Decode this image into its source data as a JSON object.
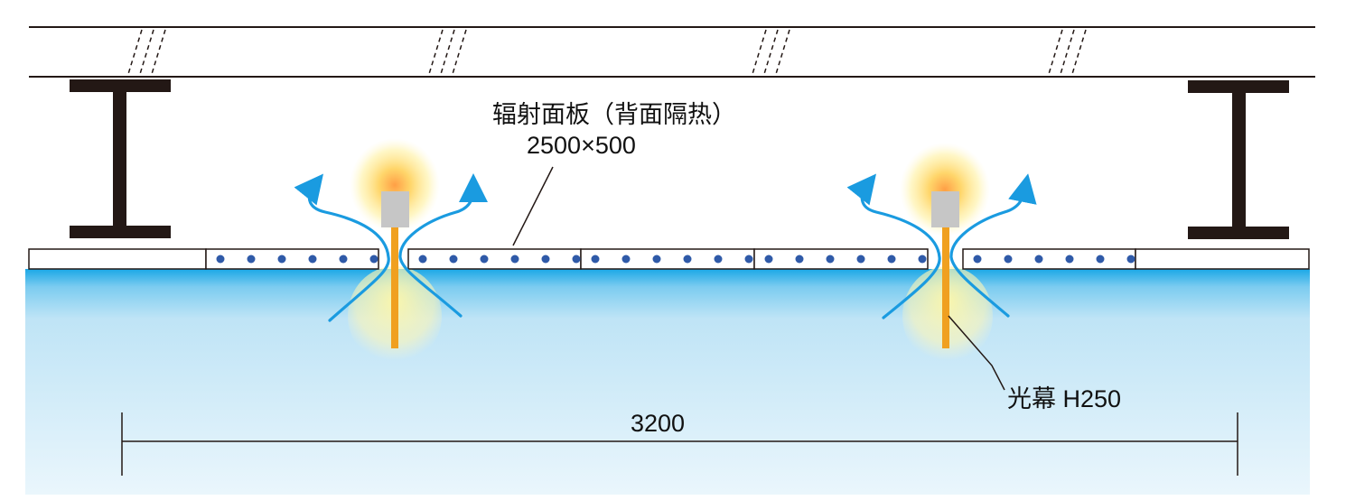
{
  "labels": {
    "panel_name": "辐射面板（背面隔热）",
    "panel_size": "2500×500",
    "light_curtain": "光幕 H250",
    "span_dimension": "3200"
  },
  "colors": {
    "steel": "#231815",
    "airflow": "#1a9be0",
    "dots": "#2f5aa8",
    "fixture_body": "#c6c6c6",
    "light_rod": "#f0a020",
    "glow_core": "#ffd15a",
    "glow_edge": "#fff4b0",
    "space_top": "#1aa7e6",
    "space_bottom": "#eaf6fc"
  },
  "icons": {
    "beam": "i-beam-icon",
    "airflow": "airflow-arrow-icon",
    "fixture": "light-fixture-icon"
  }
}
